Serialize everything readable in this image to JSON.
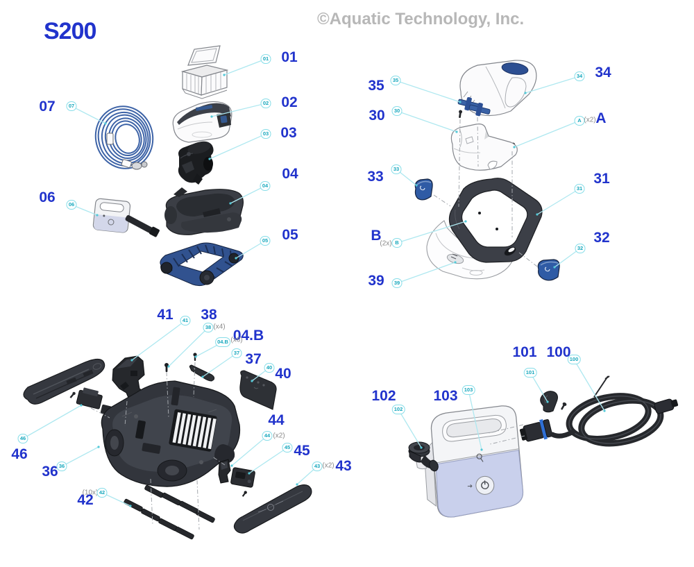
{
  "title": "S200",
  "watermark": "©Aquatic Technology, Inc.",
  "colors": {
    "label_blue": "#2133cc",
    "callout_teal": "#15a7bd",
    "callout_ring": "#86dde8",
    "leader_line": "#aee8f0",
    "quantity_gray": "#8a8a8a",
    "watermark_gray": "#b7b7b7",
    "part_blue": "#3a62a6",
    "part_dark": "#2e3136",
    "part_periwinkle": "#c9d0ec"
  },
  "parts": {
    "p01": {
      "label": "01",
      "callout": "01"
    },
    "p02": {
      "label": "02",
      "callout": "02"
    },
    "p03": {
      "label": "03",
      "callout": "03"
    },
    "p04": {
      "label": "04",
      "callout": "04"
    },
    "p05": {
      "label": "05",
      "callout": "05"
    },
    "p06": {
      "label": "06",
      "callout": "06"
    },
    "p07": {
      "label": "07",
      "callout": "07"
    },
    "p30": {
      "label": "30",
      "callout": "30"
    },
    "p31": {
      "label": "31",
      "callout": "31"
    },
    "p32": {
      "label": "32",
      "callout": "32"
    },
    "p33": {
      "label": "33",
      "callout": "33"
    },
    "p34": {
      "label": "34",
      "callout": "34"
    },
    "p35": {
      "label": "35",
      "callout": "35"
    },
    "p39": {
      "label": "39",
      "callout": "39"
    },
    "pA": {
      "label": "A",
      "callout": "A",
      "qty": "(x2)"
    },
    "pB": {
      "label": "B",
      "callout": "B",
      "qty": "(2x)"
    },
    "p36": {
      "label": "36",
      "callout": "36"
    },
    "p37": {
      "label": "37",
      "callout": "37"
    },
    "p38": {
      "label": "38",
      "callout": "38",
      "qty": "(x4)"
    },
    "p04B": {
      "label": "04.B",
      "callout": "04.B",
      "qty": "(x6)"
    },
    "p40": {
      "label": "40",
      "callout": "40"
    },
    "p41": {
      "label": "41",
      "callout": "41"
    },
    "p42": {
      "label": "42",
      "callout": "42",
      "qty": "(10x)"
    },
    "p43": {
      "label": "43",
      "callout": "43",
      "qty": "(x2)"
    },
    "p44": {
      "label": "44",
      "callout": "44",
      "qty": "(x2)"
    },
    "p45": {
      "label": "45",
      "callout": "45"
    },
    "p46": {
      "label": "46",
      "callout": "46"
    },
    "p100": {
      "label": "100",
      "callout": "100"
    },
    "p101": {
      "label": "101",
      "callout": "101"
    },
    "p102": {
      "label": "102",
      "callout": "102"
    },
    "p103": {
      "label": "103",
      "callout": "103"
    }
  }
}
